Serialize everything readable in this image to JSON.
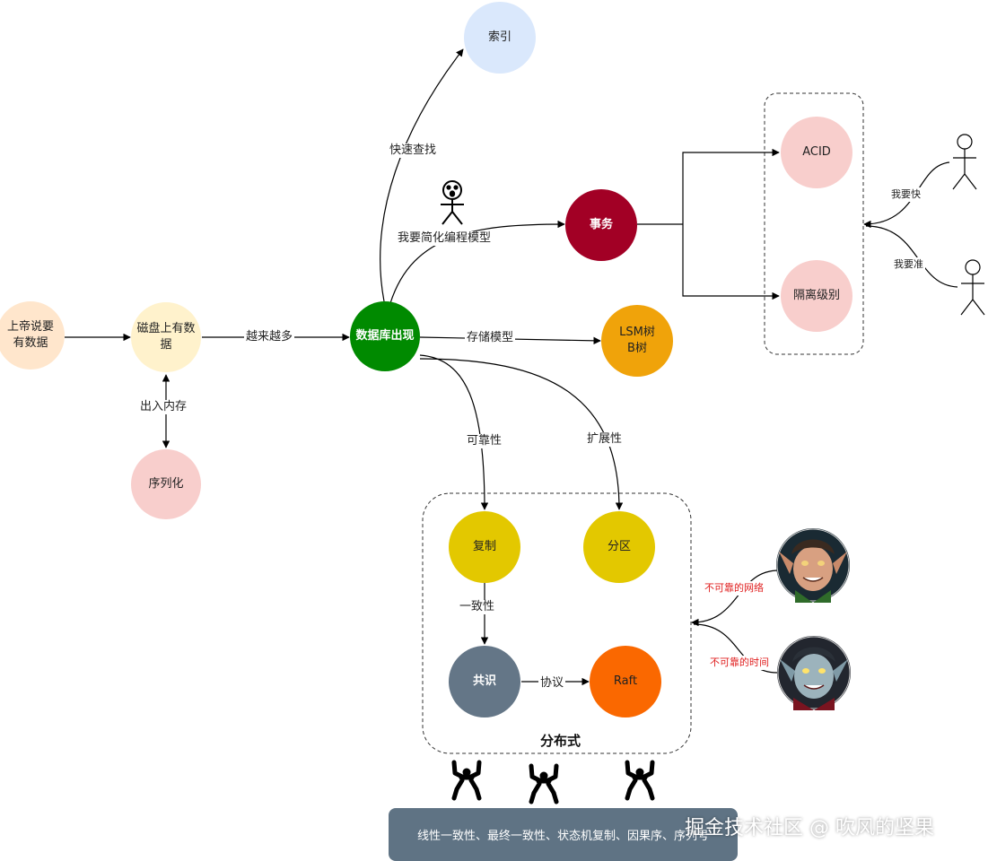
{
  "nodes": {
    "god_data": "上帝说要\n有数据",
    "disk_data": "磁盘上有数\n据",
    "serialize": "序列化",
    "db_appear": "数据库出现",
    "index": "索引",
    "transaction": "事务",
    "lsm_btree": "LSM树\nB树",
    "acid": "ACID",
    "isolation": "隔离级别",
    "replication": "复制",
    "partition": "分区",
    "consensus": "共识",
    "raft": "Raft"
  },
  "edge_labels": {
    "in_out_memory": "出入内存",
    "more_and_more": "越来越多",
    "fast_lookup": "快速查找",
    "simplify_model": "我要简化编程模型",
    "storage_model": "存储模型",
    "reliability": "可靠性",
    "scalability": "扩展性",
    "consistency": "一致性",
    "protocol": "协议",
    "want_fast": "我要快",
    "want_accurate": "我要准",
    "unreliable_network": "不可靠的网络",
    "unreliable_time": "不可靠的时间"
  },
  "group": {
    "distributed_title": "分布式"
  },
  "banner": {
    "text": "线性一致性、最终一致性、状态机复制、因果序、序列号"
  },
  "watermark": {
    "text": "掘金技术社区 @ 吹风的坚果"
  },
  "colors": {
    "god_data": "#ffe6cc",
    "disk_data": "#fff2cc",
    "serialize": "#f8cecc",
    "db_appear": "#008a00",
    "index": "#dae8fc",
    "transaction": "#a20025",
    "lsm_btree": "#f0a30a",
    "acid": "#f8cecc",
    "isolation": "#f8cecc",
    "replication": "#e3c800",
    "partition": "#e3c800",
    "consensus": "#647687",
    "raft": "#fa6800",
    "banner": "#5f7384"
  },
  "icons": [
    "stick-figure-icon",
    "surprised-person-icon",
    "elf-avatar-icon",
    "vampire-elf-avatar-icon",
    "weightlifter-icon"
  ]
}
